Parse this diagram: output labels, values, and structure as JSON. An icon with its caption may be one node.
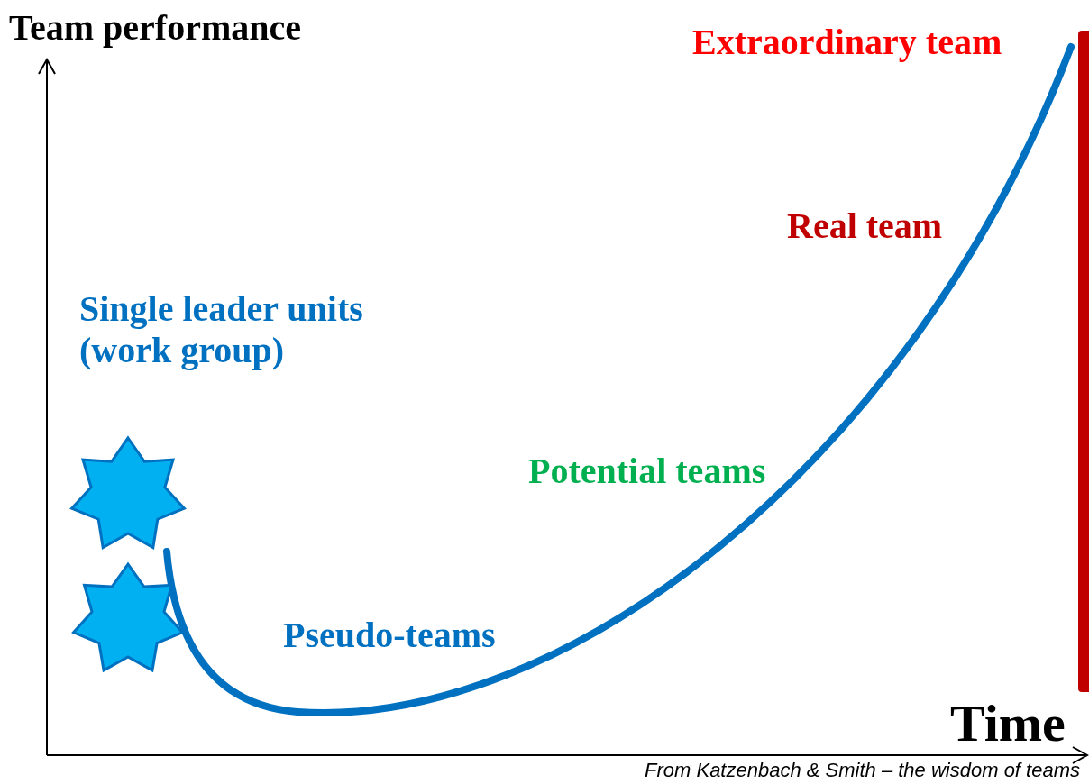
{
  "diagram": {
    "caption": "From Katzenbach & Smith – the wisdom of teams",
    "labels": [
      "Team performance",
      "Extraordinary team",
      "Real team",
      "Single leader units (work group)",
      "Potential teams",
      "Pseudo-teams",
      "Time"
    ]
  }
}
